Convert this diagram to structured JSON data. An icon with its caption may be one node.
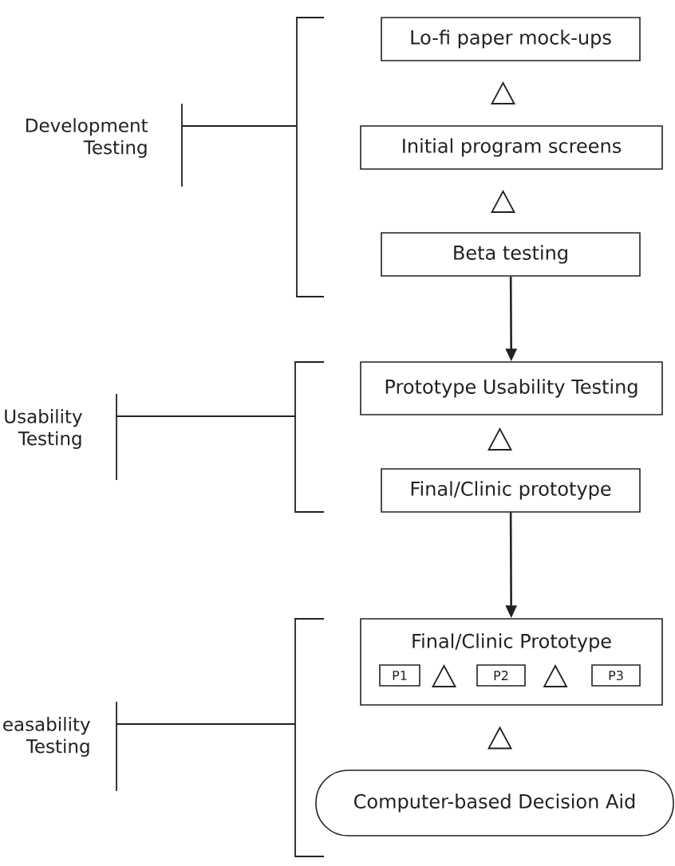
{
  "diagram": {
    "nodes": [
      {
        "text": [
          "Lo-fi paper mock-ups"
        ]
      },
      {
        "text": [
          "Initial program screens"
        ]
      },
      {
        "text": [
          "Beta testing"
        ]
      },
      {
        "text": [
          "Prototype Usability Testing"
        ]
      },
      {
        "text": [
          "Final/Clinic prototype"
        ]
      },
      {
        "text": [
          "Final/Clinic Prototype"
        ]
      },
      {
        "text": [
          "P1"
        ],
        "in": 5
      },
      {
        "text": [
          "P2"
        ],
        "in": 5
      },
      {
        "text": [
          "P3"
        ],
        "in": 5
      },
      {
        "text": [
          "Computer-based Decision Aid"
        ]
      }
    ],
    "edges": [
      {
        "from": 1,
        "to": 0,
        "arrow": "to"
      },
      {
        "from": 2,
        "to": 1,
        "arrow": "to"
      },
      {
        "from": 2,
        "to": 3,
        "arrow": "to"
      },
      {
        "from": 4,
        "to": 3,
        "arrow": "to"
      },
      {
        "from": 4,
        "to": 5,
        "arrow": "to"
      },
      {
        "from": 6,
        "to": 7,
        "arrow": "none"
      },
      {
        "from": 7,
        "to": 8,
        "arrow": "none"
      },
      {
        "from": 9,
        "to": 5,
        "arrow": "to"
      }
    ],
    "labels": [
      "Development Testing",
      "Usability Testing",
      "easability Testing"
    ]
  }
}
